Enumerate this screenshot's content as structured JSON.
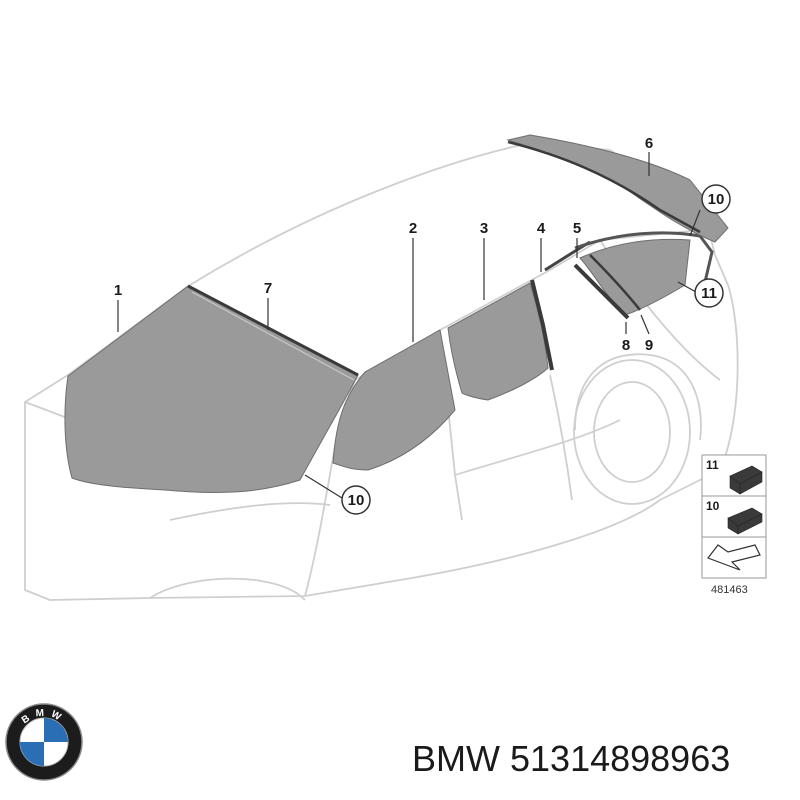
{
  "callouts": {
    "c1": "1",
    "c2": "2",
    "c3": "3",
    "c4": "4",
    "c5": "5",
    "c6": "6",
    "c7": "7",
    "c8": "8",
    "c9": "9",
    "c10a": "10",
    "c10b": "10",
    "c11": "11"
  },
  "legend": {
    "row1_label": "11",
    "row2_label": "10",
    "reference": "481463"
  },
  "brand": {
    "logo_letters": "BMW",
    "name": "BMW",
    "part_number": "51314898963"
  },
  "colors": {
    "glass": "#9a9a9a",
    "seal": "#3a3a3a",
    "outline": "#cfcfcf"
  }
}
